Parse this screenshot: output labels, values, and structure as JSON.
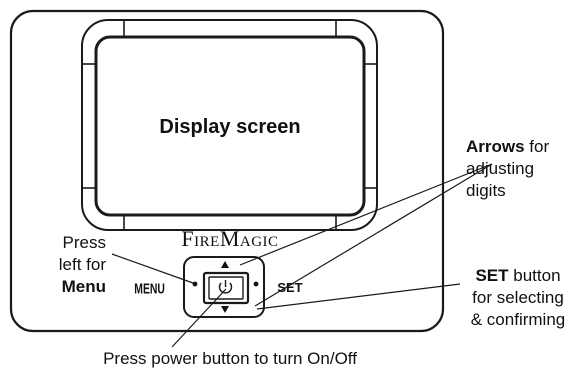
{
  "device": {
    "display_label": "Display screen",
    "brand": {
      "left": "Fire",
      "right": "Magic"
    },
    "menu_label": "MENU",
    "set_label": "SET"
  },
  "callouts": {
    "menu": {
      "line1": "Press",
      "line2": "left for",
      "line3": "Menu"
    },
    "arrows": {
      "bold": "Arrows",
      "rest": " for",
      "line2": "adjusting",
      "line3": "digits"
    },
    "set": {
      "bold": "SET",
      "rest": " button",
      "line2": "for selecting",
      "line3": "& confirming"
    },
    "power": "Press power button to turn On/Off"
  },
  "colors": {
    "line": "#1a1a1a",
    "background": "#ffffff"
  }
}
